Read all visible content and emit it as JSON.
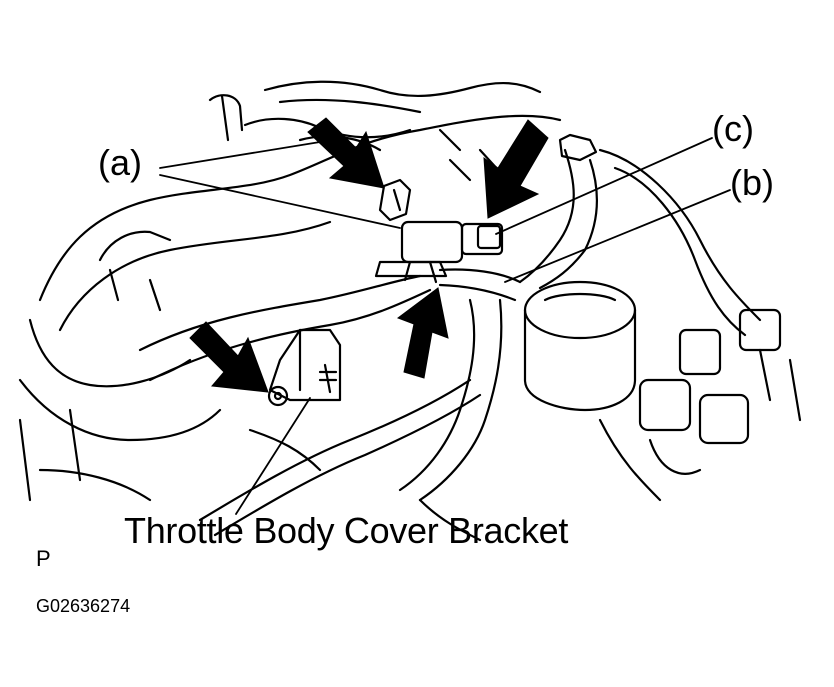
{
  "labels": {
    "a": "(a)",
    "b": "(b)",
    "c": "(c)"
  },
  "caption": "Throttle Body Cover Bracket",
  "corner_letter": "P",
  "figure_code": "G02636274",
  "colors": {
    "ink": "#000000",
    "paper": "#ffffff"
  }
}
